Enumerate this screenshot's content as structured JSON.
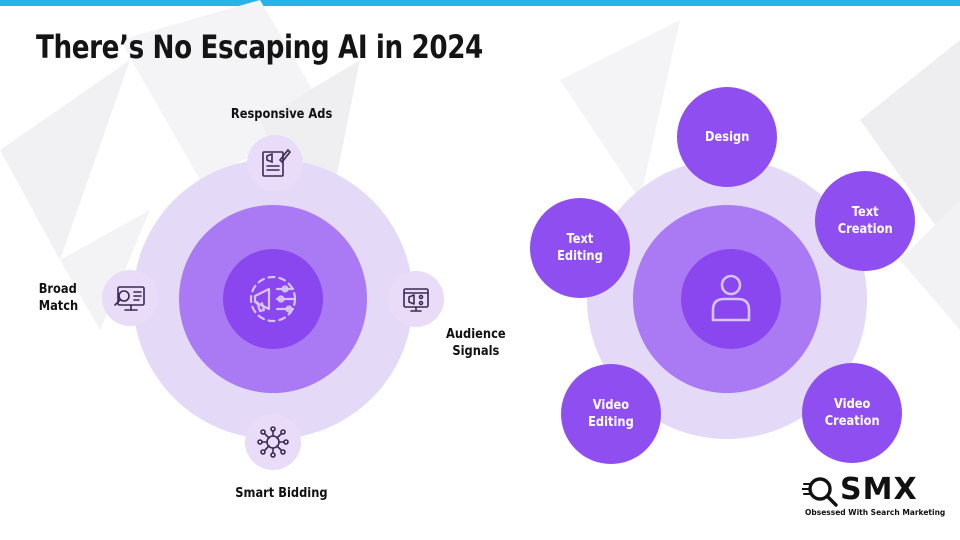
{
  "slide": {
    "title": "There’s No Escaping AI in 2024",
    "accent_color": "#29b2e8",
    "purple_color": "#8f4ff0"
  },
  "left_diagram": {
    "center_icon": "megaphone-settings-icon",
    "nodes": [
      {
        "label": "Responsive Ads",
        "icon": "ad-document-icon"
      },
      {
        "label": "Audience\nSignals",
        "icon": "audience-video-icon"
      },
      {
        "label": "Smart Bidding",
        "icon": "network-hub-icon"
      },
      {
        "label": "Broad\nMatch",
        "icon": "search-monitor-icon"
      }
    ]
  },
  "right_diagram": {
    "center_icon": "user-icon",
    "nodes": [
      {
        "label": "Design"
      },
      {
        "label": "Text\nCreation"
      },
      {
        "label": "Video\nCreation"
      },
      {
        "label": "Video\nEditing"
      },
      {
        "label": "Text\nEditing"
      }
    ]
  },
  "logo": {
    "name": "SMX",
    "tagline": "Obsessed With Search Marketing"
  }
}
